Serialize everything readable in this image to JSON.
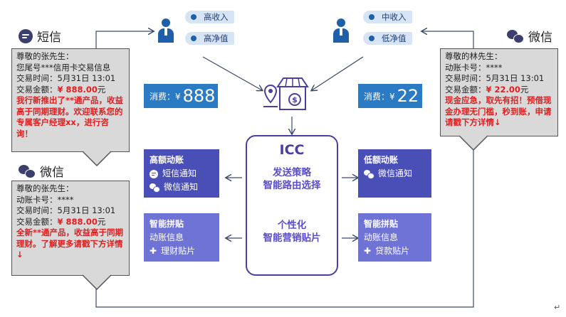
{
  "left_top": {
    "channel_title": "短信",
    "lines": [
      "尊敬的张先生：",
      "您尾号***信用卡交易信息",
      "交易时间：5月31日 13:01",
      "交易金额："
    ],
    "amount": "¥ 888.00",
    "amount_unit": "元",
    "promo": "我行新推出了**通产品，收益高于同期理财。欢迎联系您的专属客户经理xx，进行咨询！"
  },
  "left_bottom": {
    "channel_title": "微信",
    "lines": [
      "尊敬的张先生：",
      "动账卡号：****",
      "交易时间：5月31日 13:01",
      "交易金额："
    ],
    "amount": "¥ 888.00",
    "amount_unit": "元",
    "promo": "全新**通产品，收益高于同期理财。了解更多请戳下方详情↓"
  },
  "right_top": {
    "channel_title": "微信",
    "lines": [
      "尊敬的林先生：",
      "动账卡号：****",
      "交易时间：5月31日 13:01",
      "交易金额："
    ],
    "amount": "¥ 22.00",
    "amount_unit": "元",
    "promo": "现金应急，取先有招！预借现金办理无门槛，秒到账，申请请戳下方详情↓"
  },
  "customer_left": {
    "tags": [
      "高收入",
      "高净值"
    ],
    "spend_label": "消费：¥",
    "spend_value": "888"
  },
  "customer_right": {
    "tags": [
      "中收入",
      "低净值"
    ],
    "spend_label": "消费：¥",
    "spend_value": "22"
  },
  "icc": {
    "title": "ICC",
    "line1": "发送策略",
    "line2": "智能路由选择",
    "line3": "个性化",
    "line4": "智能营销贴片"
  },
  "cards": {
    "high": {
      "title": "高额动账",
      "item1": "短信通知",
      "item2": "微信通知"
    },
    "low": {
      "title": "低额动账",
      "item1": "微信通知"
    },
    "patch_left": {
      "title": "智能拼贴",
      "item1": "动账信息",
      "item2": "理财贴片"
    },
    "patch_right": {
      "title": "智能拼贴",
      "item1": "动账信息",
      "item2": "贷款贴片"
    }
  },
  "colors": {
    "card_dark": "#4a4fb8",
    "card_light": "#6f73d6",
    "spend_box": "#2a7ac4",
    "icc_border": "#4a3fa0",
    "msg_red": "#e02020"
  },
  "icons": {
    "sms": "sms-icon",
    "wechat": "wechat-icon",
    "customer": "person-icon",
    "store": "store-icon",
    "location": "location-pin-icon",
    "puzzle": "puzzle-icon"
  },
  "footer_mark": "↵"
}
